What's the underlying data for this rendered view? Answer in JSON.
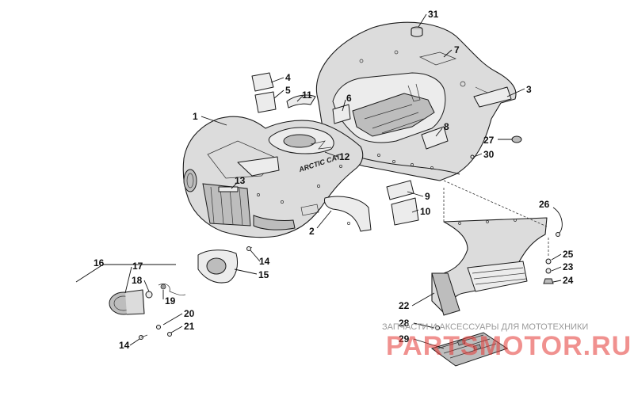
{
  "callouts": {
    "n1": "1",
    "n2": "2",
    "n3": "3",
    "n4": "4",
    "n5": "5",
    "n6": "6",
    "n7": "7",
    "n8": "8",
    "n9": "9",
    "n10": "10",
    "n11": "11",
    "n12": "12",
    "n13": "13",
    "n14a": "14",
    "n14b": "14",
    "n15": "15",
    "n16": "16",
    "n17": "17",
    "n18": "18",
    "n19": "19",
    "n20": "20",
    "n21": "21",
    "n22": "22",
    "n23": "23",
    "n24": "24",
    "n25": "25",
    "n26": "26",
    "n27": "27",
    "n28": "28",
    "n29": "29",
    "n30": "30",
    "n31": "31"
  },
  "decal_text": "ARCTIC CAT",
  "watermark": {
    "tagline": "ЗАПЧАСТИ И АКСЕССУАРЫ ДЛЯ МОТОТЕХНИКИ",
    "brand": "PARTSMOTOR.RU"
  },
  "colors": {
    "line": "#1a1a1a",
    "part_fill": "#dcdcdc",
    "watermark_red": "#e53935"
  }
}
